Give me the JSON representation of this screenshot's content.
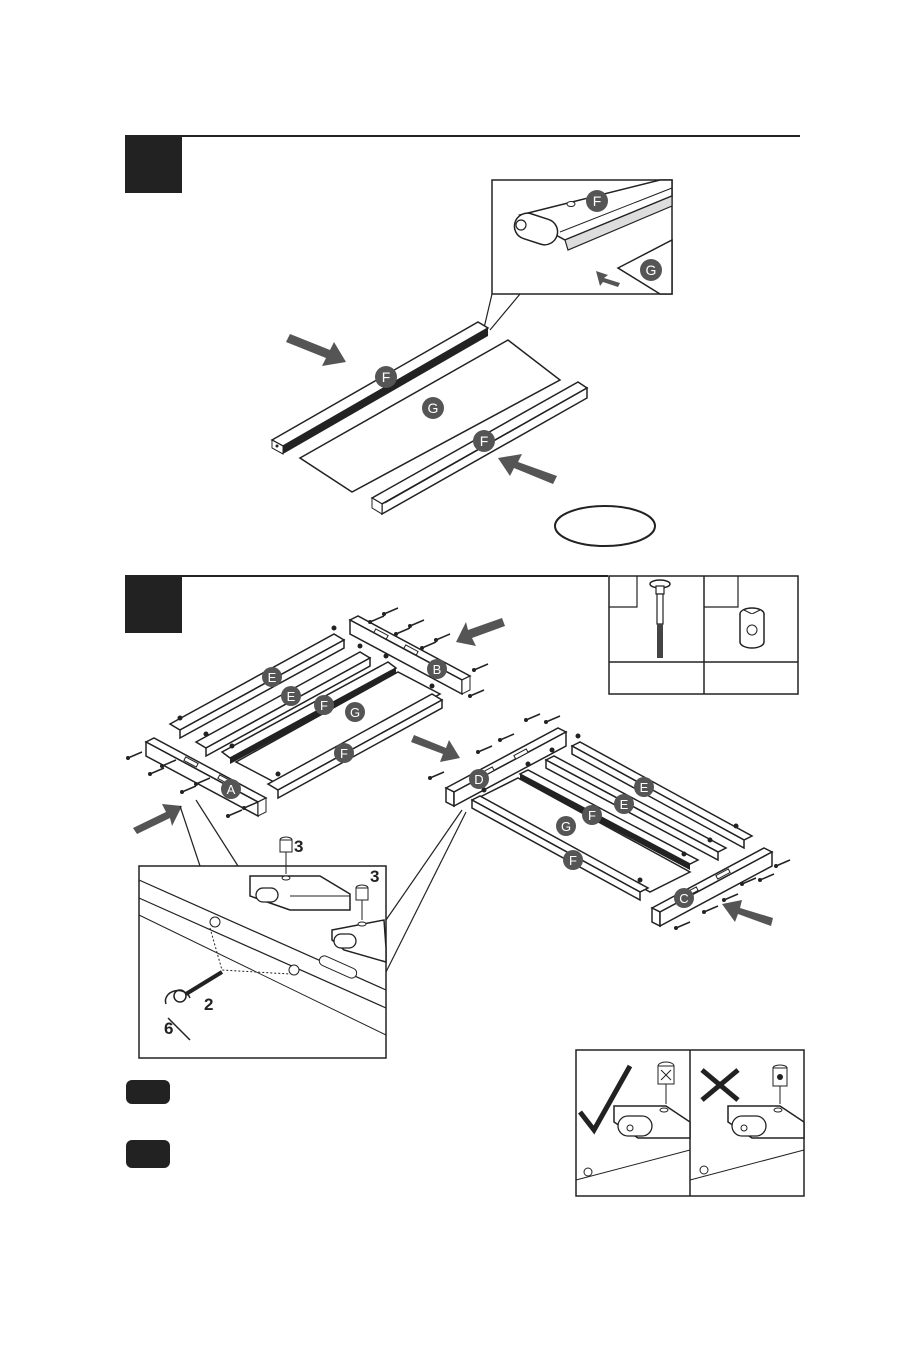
{
  "step1": {
    "labels": {
      "f_top": "F",
      "g_center": "G",
      "f_bottom": "F",
      "inset_f": "F",
      "inset_g": "G"
    }
  },
  "step2": {
    "labels": {
      "e1": "E",
      "e2": "E",
      "f1": "F",
      "g1": "G",
      "b": "B",
      "f2": "F",
      "a": "A",
      "d": "D",
      "e3": "E",
      "e4": "E",
      "f3": "F",
      "g2": "G",
      "f4": "F",
      "c": "C"
    },
    "detail": {
      "qty_top": "3",
      "qty_right": "3",
      "qty_bolt": "2",
      "qty_wrench": "6"
    }
  },
  "colors": {
    "ink": "#222222",
    "badge": "#555555",
    "arrow": "#555555"
  }
}
